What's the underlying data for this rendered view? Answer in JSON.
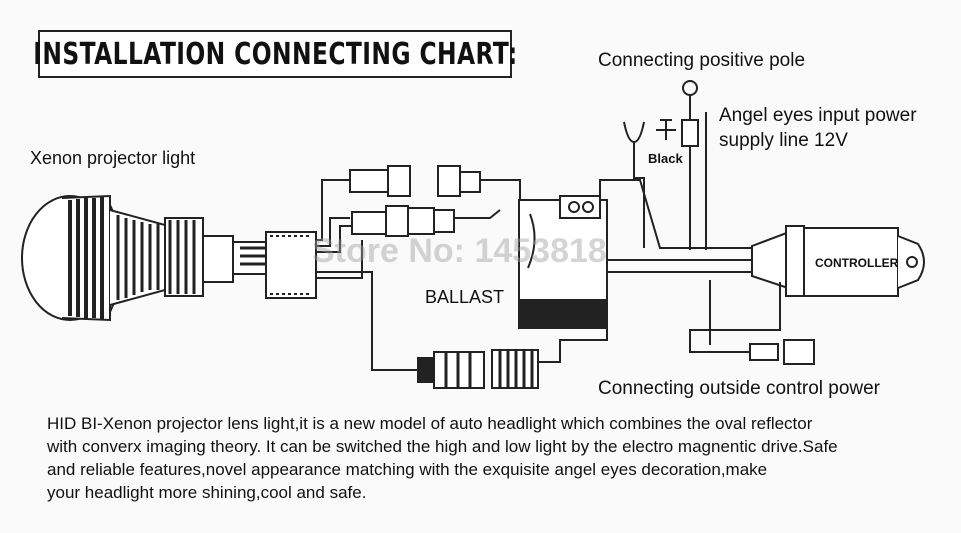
{
  "title": "INSTALLATION CONNECTING CHART:",
  "labels": {
    "positive_pole": "Connecting positive pole",
    "angel_eyes_line1": "Angel eyes input power",
    "angel_eyes_line2": "supply line 12V",
    "xenon": "Xenon projector light",
    "black": "Black",
    "ballast": "BALLAST",
    "controller": "CONTROLLER",
    "outside_power": "Connecting outside control power"
  },
  "watermark": "Store No: 1453818",
  "description": [
    "HID BI-Xenon projector lens light,it is a new model of auto headlight which combines the oval reflector",
    "with converx imaging theory. It can be switched the high and low light by the electro magnentic drive.Safe",
    "and reliable features,novel appearance matching with the exquisite angel eyes decoration,make",
    "your headlight more shining,cool and safe."
  ]
}
